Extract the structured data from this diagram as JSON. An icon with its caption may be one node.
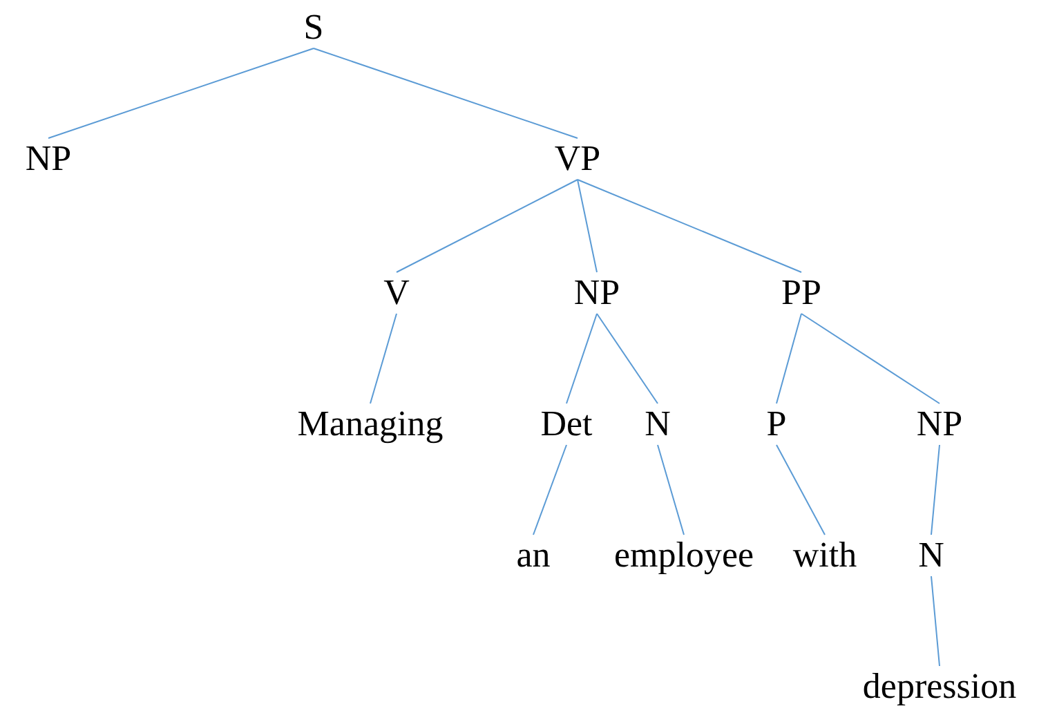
{
  "diagram": {
    "nodes": [
      {
        "text": [
          "S"
        ]
      },
      {
        "text": [
          "NP"
        ]
      },
      {
        "text": [
          "VP"
        ]
      },
      {
        "text": [
          "V"
        ]
      },
      {
        "text": [
          "NP"
        ]
      },
      {
        "text": [
          "PP"
        ]
      },
      {
        "text": [
          "Managing"
        ]
      },
      {
        "text": [
          "Det"
        ]
      },
      {
        "text": [
          "N"
        ]
      },
      {
        "text": [
          "P"
        ]
      },
      {
        "text": [
          "NP"
        ]
      },
      {
        "text": [
          "an"
        ]
      },
      {
        "text": [
          "employee"
        ]
      },
      {
        "text": [
          "with"
        ]
      },
      {
        "text": [
          "N"
        ]
      },
      {
        "text": [
          "depression"
        ]
      }
    ],
    "edges": [
      {
        "from": 0,
        "to": 1,
        "arrow": "none"
      },
      {
        "from": 0,
        "to": 2,
        "arrow": "none"
      },
      {
        "from": 2,
        "to": 3,
        "arrow": "none"
      },
      {
        "from": 2,
        "to": 4,
        "arrow": "none"
      },
      {
        "from": 2,
        "to": 5,
        "arrow": "none"
      },
      {
        "from": 3,
        "to": 6,
        "arrow": "none"
      },
      {
        "from": 4,
        "to": 7,
        "arrow": "none"
      },
      {
        "from": 4,
        "to": 8,
        "arrow": "none"
      },
      {
        "from": 5,
        "to": 9,
        "arrow": "none"
      },
      {
        "from": 5,
        "to": 10,
        "arrow": "none"
      },
      {
        "from": 7,
        "to": 11,
        "arrow": "none"
      },
      {
        "from": 8,
        "to": 12,
        "arrow": "none"
      },
      {
        "from": 9,
        "to": 13,
        "arrow": "none"
      },
      {
        "from": 10,
        "to": 14,
        "arrow": "none"
      },
      {
        "from": 14,
        "to": 15,
        "arrow": "none"
      }
    ]
  }
}
